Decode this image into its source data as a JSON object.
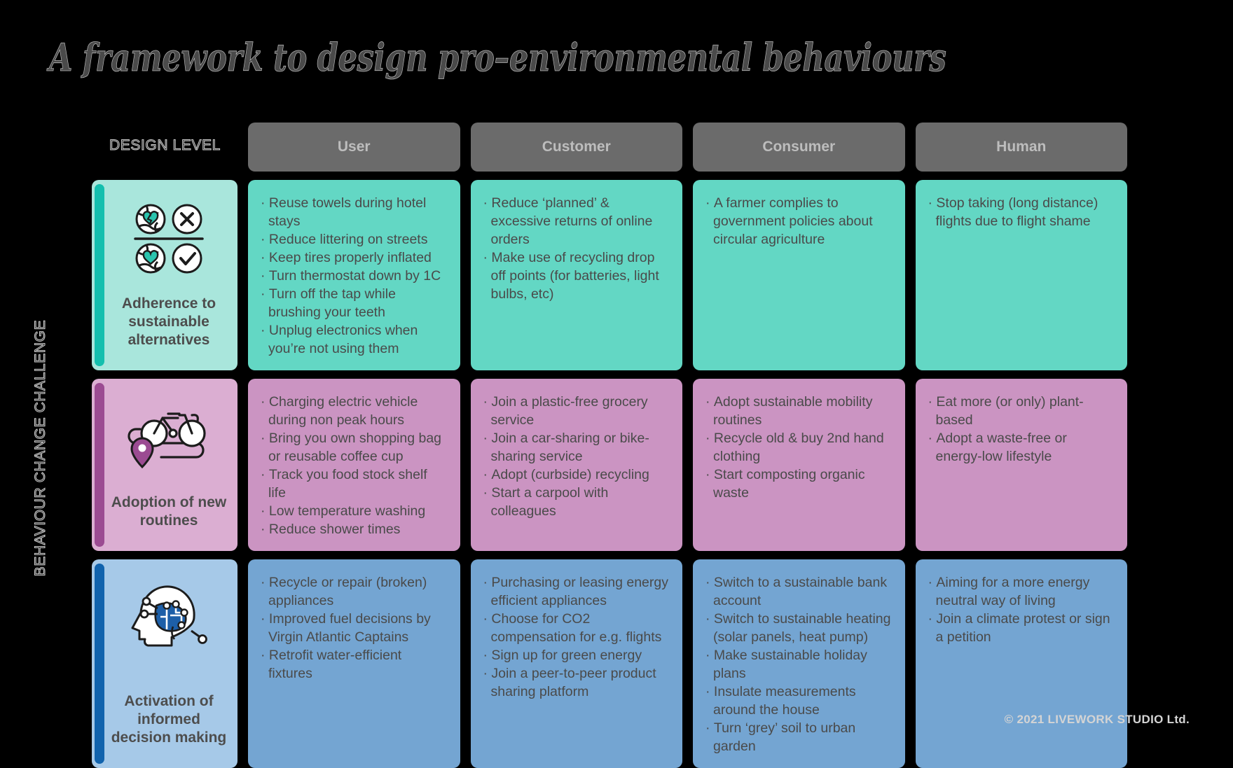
{
  "title": "A framework to design pro–environmental behaviours",
  "axes": {
    "columns_caption": "DESIGN LEVEL",
    "rows_caption": "BEHAVIOUR CHANGE CHALLENGE"
  },
  "footer": "© 2021 LIVEWORK STUDIO Ltd.",
  "colors": {
    "background": "#000000",
    "header_cell": "#6b6b6b",
    "header_text": "#bdbdbd",
    "row0_cell": "#63d7c4",
    "row0_label": "#a9e6dc",
    "row0_accent": "#14bfae",
    "row1_cell": "#cb94c2",
    "row1_label": "#dbaed2",
    "row1_accent": "#9b4b92",
    "row2_cell": "#74a5d2",
    "row2_label": "#a6c9e8",
    "row2_accent": "#1163ad",
    "body_text": "#4a4a4a",
    "footer_text": "#d4d4d4"
  },
  "columns": [
    {
      "label": "User"
    },
    {
      "label": "Customer"
    },
    {
      "label": "Consumer"
    },
    {
      "label": "Human"
    }
  ],
  "rows": [
    {
      "label": "Adherence to sustainable alternatives",
      "icon": "globe-heart-cross-check-icon",
      "cells": [
        [
          "Reuse towels during hotel stays",
          "Reduce littering on streets",
          "Keep tires properly inflated",
          "Turn  thermostat down by 1C",
          "Turn off the tap while brushing your teeth",
          "Unplug electronics when you’re not using them"
        ],
        [
          "Reduce ‘planned’ & excessive returns of online orders",
          "Make use of recycling drop off points (for batteries, light bulbs, etc)"
        ],
        [
          "A farmer complies to government policies about circular agriculture"
        ],
        [
          "Stop taking (long distance) flights due to flight shame"
        ]
      ]
    },
    {
      "label": "Adoption of new routines",
      "icon": "bicycle-route-pin-icon",
      "cells": [
        [
          "Charging electric vehicle during non peak hours",
          "Bring you own shopping bag or reusable coffee cup",
          "Track you food stock shelf life",
          "Low temperature washing",
          "Reduce shower times"
        ],
        [
          "Join a plastic-free grocery service",
          "Join a car-sharing or bike-sharing service",
          "Adopt (curbside) recycling",
          "Start a carpool with colleagues"
        ],
        [
          "Adopt sustainable mobility routines",
          "Recycle old & buy 2nd hand clothing",
          "Start composting organic waste"
        ],
        [
          "Eat more (or only) plant-based",
          "Adopt a waste-free or energy-low lifestyle"
        ]
      ]
    },
    {
      "label": "Activation of informed decision making",
      "icon": "head-brain-network-icon",
      "cells": [
        [
          "Recycle or repair (broken) appliances",
          "Improved fuel decisions by Virgin Atlantic Captains",
          "Retrofit water-efficient fixtures"
        ],
        [
          "Purchasing or leasing energy efficient appliances",
          "Choose for CO2 compensation for e.g. flights",
          "Sign up for green energy",
          "Join a peer-to-peer product sharing platform"
        ],
        [
          "Switch to a sustainable bank account",
          "Switch to sustainable heating (solar panels, heat pump)",
          "Make sustainable holiday plans",
          "Insulate measurements around the house",
          "Turn ‘grey’ soil to urban garden"
        ],
        [
          "Aiming for a more energy neutral way of living",
          "Join a climate protest or sign a petition"
        ]
      ]
    }
  ]
}
